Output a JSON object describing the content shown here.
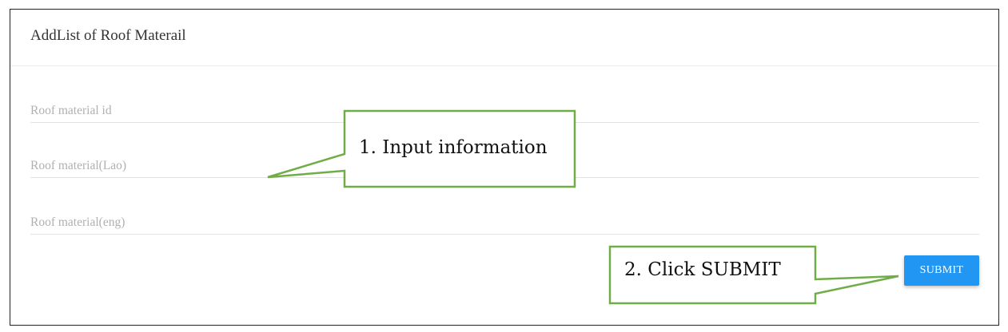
{
  "form": {
    "title": "AddList of Roof Materail",
    "fields": [
      {
        "placeholder": "Roof material id",
        "value": ""
      },
      {
        "placeholder": "Roof material(Lao)",
        "value": ""
      },
      {
        "placeholder": "Roof material(eng)",
        "value": ""
      }
    ],
    "submit_label": "SUBMIT"
  },
  "annotations": {
    "step1": "1. Input information",
    "step2": "2. Click SUBMIT",
    "border_color": "#70ad47"
  },
  "colors": {
    "accent": "#2196f3",
    "frame_border": "#222222"
  }
}
